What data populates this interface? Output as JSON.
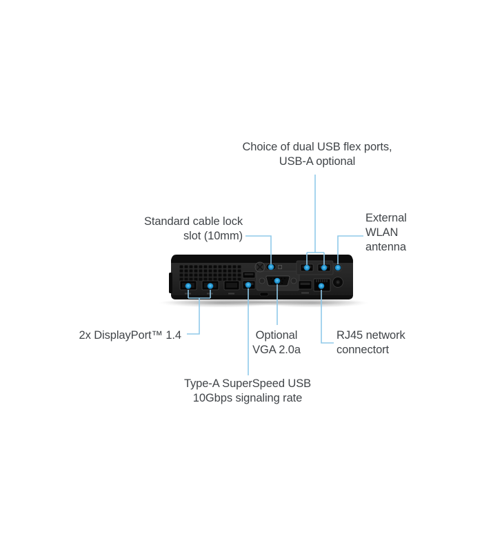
{
  "page": {
    "background_color": "#ffffff",
    "description": "Annotated product diagram of a mini desktop PC rear panel with port callouts"
  },
  "colors": {
    "callout_line": "#8fc9e9",
    "callout_dot": "#1b8dc9",
    "label_text": "#404448",
    "device_body": "#262626"
  },
  "diagram": {
    "illustration": "mini-desktop-rear-panel",
    "labels": {
      "usb_flex": {
        "text": "Choice of dual USB flex ports,\nUSB-A optional"
      },
      "cable_lock": {
        "text": "Standard cable lock\nslot (10mm)"
      },
      "wlan_antenna": {
        "text": "External\nWLAN\nantenna"
      },
      "displayport": {
        "text": "2x DisplayPort™ 1.4"
      },
      "vga": {
        "text": "Optional\nVGA 2.0a"
      },
      "rj45": {
        "text": "RJ45 network\nconnectort"
      },
      "typea_usb": {
        "text": "Type-A SuperSpeed USB\n10Gbps signaling rate"
      }
    },
    "device_ports": [
      "displayport-1-icon",
      "displayport-2-icon",
      "displayport-3-icon",
      "usb-a-stacked-icon",
      "kensington-slot-icon",
      "vga-connector-icon",
      "usb-a-superspeed-icon",
      "rj45-jack-icon",
      "power-jack-icon",
      "thumbscrew-icon",
      "cable-lock-slot-icon",
      "usb-flex-port-1-icon",
      "usb-flex-port-2-icon",
      "wlan-antenna-connector-icon",
      "vent-grid-icon"
    ]
  }
}
